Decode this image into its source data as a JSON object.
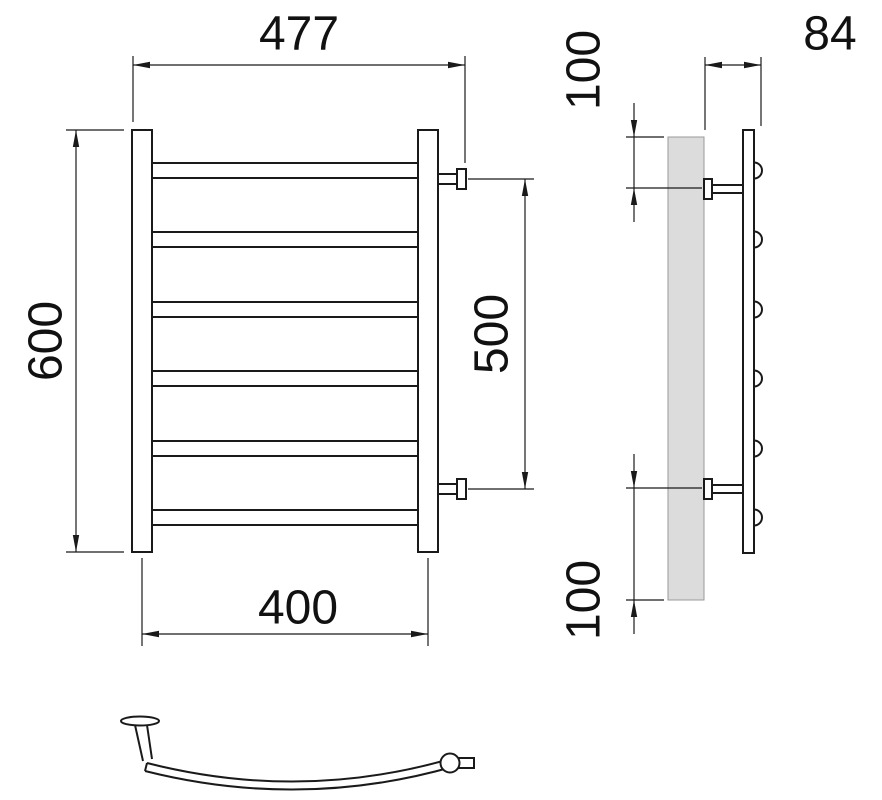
{
  "drawing": {
    "front": {
      "overall_width": "477",
      "overall_height": "600",
      "post_spacing": "400",
      "bracket_spacing": "500"
    },
    "side": {
      "depth": "84",
      "top_offset": "100",
      "bottom_offset": "100"
    }
  },
  "colors": {
    "line": "#1a1a1a",
    "panel_fill": "#dcdcdc"
  }
}
